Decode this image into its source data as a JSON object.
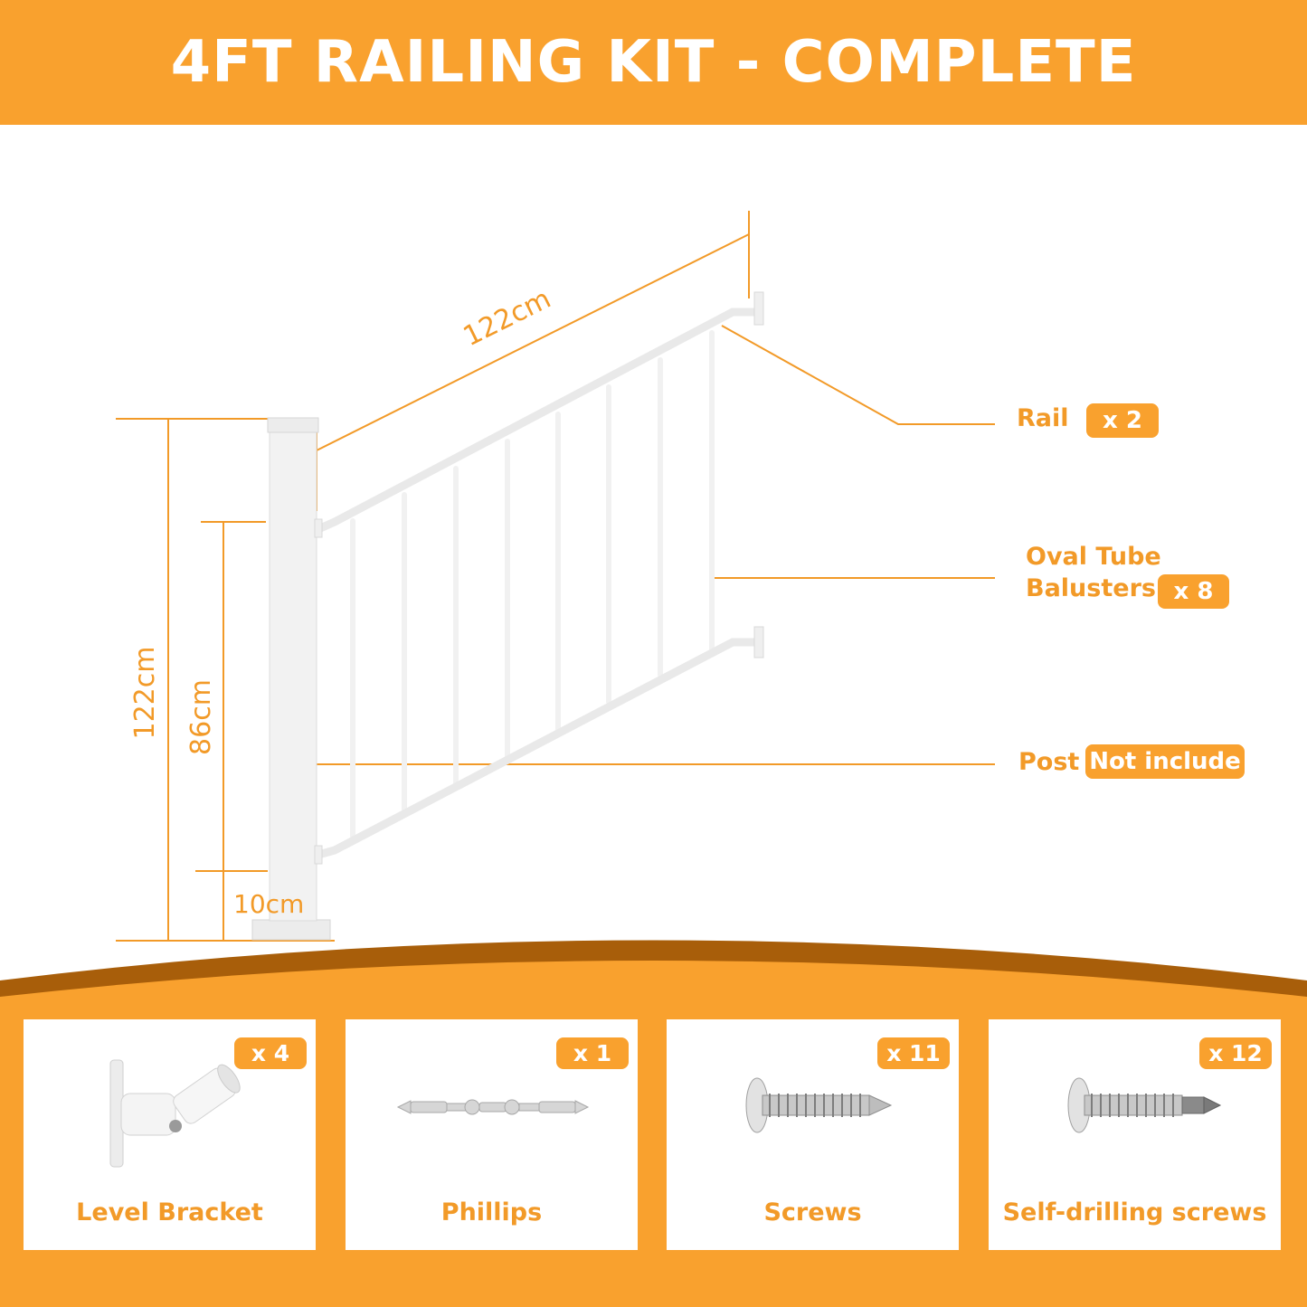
{
  "header": {
    "title": "4FT RAILING KIT - COMPLETE"
  },
  "dimensions": {
    "rail_length": "122cm",
    "post_height": "122cm",
    "rail_height": "86cm",
    "bottom_gap": "10cm"
  },
  "callouts": {
    "rail": {
      "label": "Rail",
      "qty": "x 2"
    },
    "balusters": {
      "label_line1": "Oval Tube",
      "label_line2": "Balusters",
      "qty": "x 8"
    },
    "post": {
      "label": "Post",
      "qty": "Not include"
    }
  },
  "parts": [
    {
      "name": "Level Bracket",
      "qty": "x 4",
      "icon": "level-bracket-icon"
    },
    {
      "name": "Phillips",
      "qty": "x 1",
      "icon": "phillips-bit-icon"
    },
    {
      "name": "Screws",
      "qty": "x 11",
      "icon": "screw-icon"
    },
    {
      "name": "Self-drilling screws",
      "qty": "x 12",
      "icon": "self-drilling-screw-icon"
    }
  ],
  "colors": {
    "accent": "#F9A12E",
    "accent_dark": "#A85E0A",
    "text_orange": "#F29A28",
    "white": "#ffffff"
  }
}
